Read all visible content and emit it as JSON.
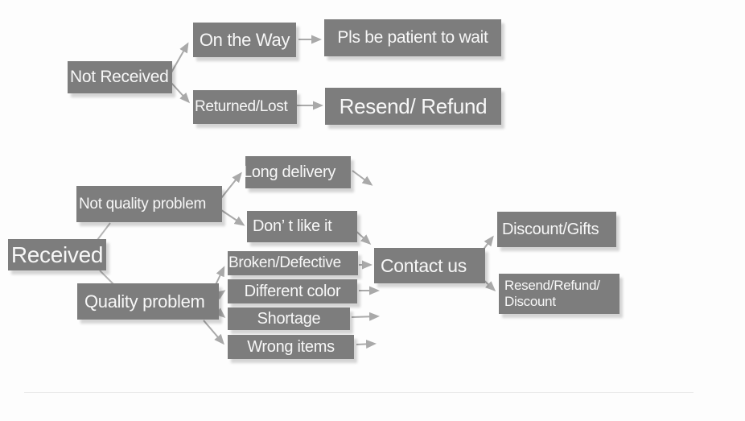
{
  "diagram": {
    "nodes": {
      "not_received": {
        "label": "Not Received"
      },
      "on_the_way": {
        "label": "On the Way"
      },
      "pls_be_patient": {
        "label": "Pls be patient to wait"
      },
      "returned_lost": {
        "label": "Returned/Lost"
      },
      "resend_refund": {
        "label": "Resend/ Refund"
      },
      "received": {
        "label": "Received"
      },
      "not_quality_problem": {
        "label": "Not quality problem"
      },
      "long_delivery": {
        "label": "Long delivery"
      },
      "dont_like_it": {
        "label": "Don’ t like it"
      },
      "quality_problem": {
        "label": "Quality problem"
      },
      "broken_defective": {
        "label": "Broken/Defective"
      },
      "different_color": {
        "label": "Different color"
      },
      "shortage": {
        "label": "Shortage"
      },
      "wrong_items": {
        "label": "Wrong items"
      },
      "contact_us": {
        "label": "Contact us"
      },
      "discount_gifts": {
        "label": "Discount/Gifts"
      },
      "resend_refund_discount": {
        "lines": [
          "Resend/Refund/",
          "Discount"
        ]
      }
    },
    "edges": [
      {
        "from": "Not Received",
        "to": "On the Way"
      },
      {
        "from": "Not Received",
        "to": "Returned/Lost"
      },
      {
        "from": "On the Way",
        "to": "Pls be patient to wait"
      },
      {
        "from": "Returned/Lost",
        "to": "Resend/ Refund"
      },
      {
        "from": "Received",
        "to": "Not quality problem"
      },
      {
        "from": "Received",
        "to": "Quality problem"
      },
      {
        "from": "Not quality problem",
        "to": "Long delivery"
      },
      {
        "from": "Not quality problem",
        "to": "Don’ t like it"
      },
      {
        "from": "Long delivery",
        "to": "Contact us"
      },
      {
        "from": "Don’ t like it",
        "to": "Contact us"
      },
      {
        "from": "Quality problem",
        "to": "Broken/Defective"
      },
      {
        "from": "Quality problem",
        "to": "Different color"
      },
      {
        "from": "Quality problem",
        "to": "Shortage"
      },
      {
        "from": "Quality problem",
        "to": "Wrong items"
      },
      {
        "from": "Broken/Defective",
        "to": "Contact us"
      },
      {
        "from": "Different color",
        "to": "Contact us"
      },
      {
        "from": "Shortage",
        "to": "Contact us"
      },
      {
        "from": "Wrong items",
        "to": "Contact us"
      },
      {
        "from": "Contact us",
        "to": "Discount/Gifts"
      },
      {
        "from": "Contact us",
        "to": "Resend/Refund/ Discount"
      }
    ],
    "colors": {
      "node_fill": "#7d7d7d",
      "node_text": "#f7f7f7",
      "arrow": "#a9a9a9",
      "background": "#fdfdfd"
    }
  }
}
